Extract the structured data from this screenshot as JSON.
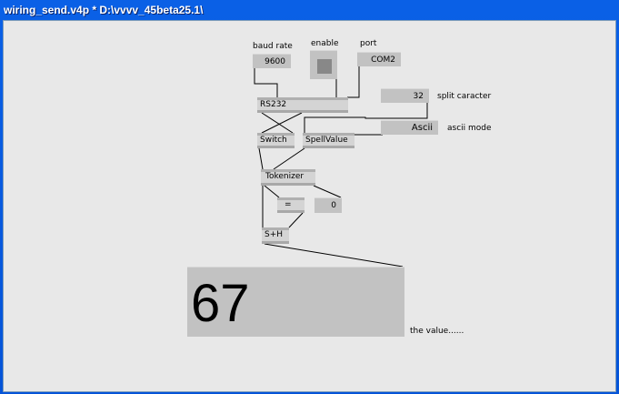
{
  "window": {
    "title": "wiring_send.v4p * D:\\vvvv_45beta25.1\\"
  },
  "labels": {
    "baud": "baud rate",
    "enable": "enable",
    "port": "port",
    "split": "split caracter",
    "ascii": "ascii mode",
    "value": "the value......"
  },
  "inputs": {
    "baud": "9600",
    "port": "COM2",
    "split": "32",
    "mode": "Ascii",
    "zero": "0"
  },
  "nodes": {
    "rs232": "RS232",
    "switch": "Switch",
    "spell": "SpellValue",
    "tokenizer": "Tokenizer",
    "eq": "=",
    "sh": "S+H"
  },
  "output": {
    "value": "67"
  }
}
